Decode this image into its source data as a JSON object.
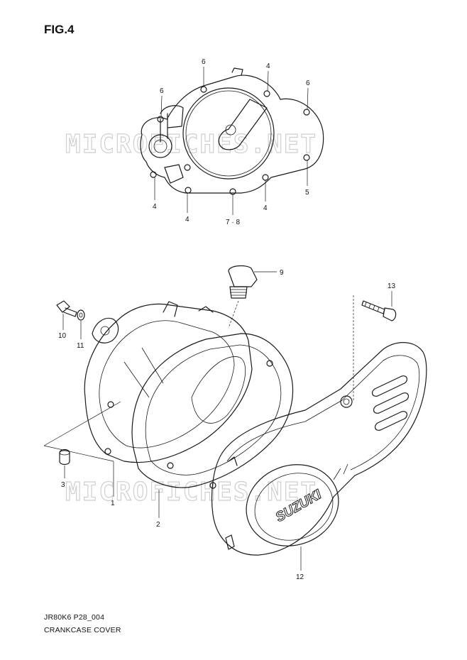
{
  "figure": {
    "title": "FIG.4"
  },
  "watermark": {
    "text": "MICROFICHES.NET"
  },
  "brand_logo": {
    "text": "SUZUKI"
  },
  "callouts": {
    "c6a": "6",
    "c4a": "4",
    "c6b": "6",
    "c6c": "6",
    "c4b": "4",
    "c4c": "4",
    "c78": "7 · 8",
    "c4d": "4",
    "c5": "5",
    "c9": "9",
    "c13": "13",
    "c10": "10",
    "c11": "11",
    "c3": "3",
    "c1": "1",
    "c2": "2",
    "c12": "12"
  },
  "footer": {
    "code": "JR80K6 P28_004",
    "description": "CRANKCASE COVER"
  }
}
